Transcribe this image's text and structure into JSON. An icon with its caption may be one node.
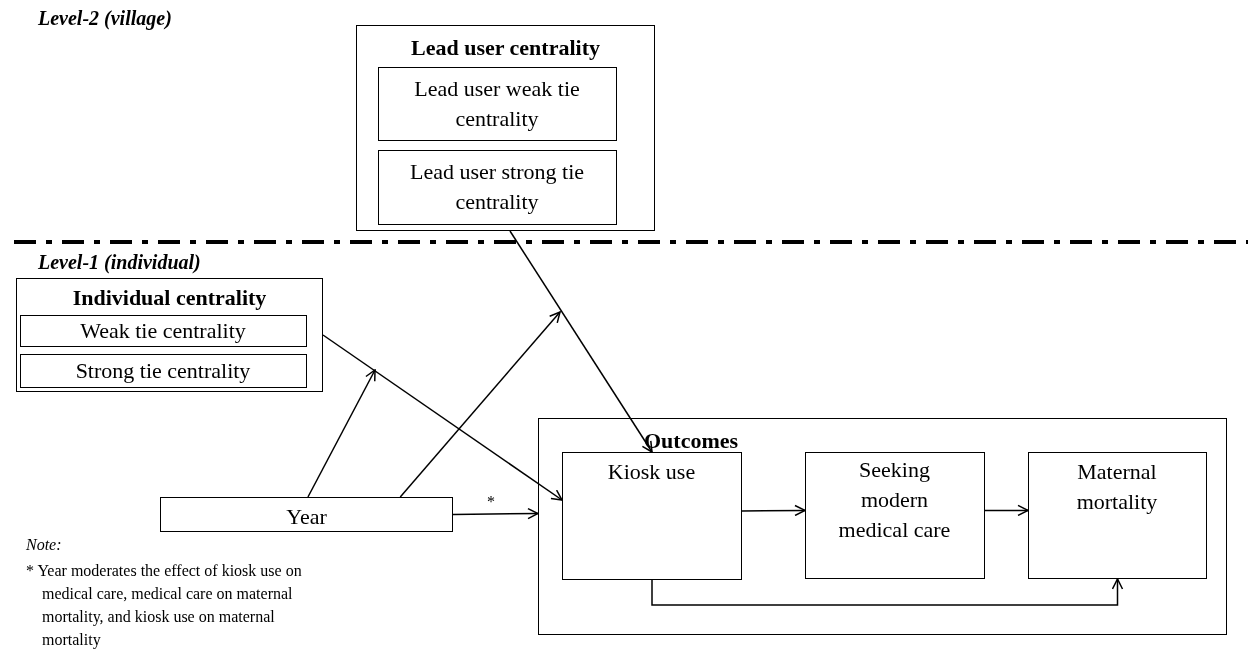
{
  "diagram": {
    "nodes": [
      {
        "text": [
          "Lead user centrality"
        ]
      },
      {
        "text": [
          "Lead user weak tie centrality"
        ],
        "in": 0
      },
      {
        "text": [
          "Lead user strong tie centrality"
        ],
        "in": 0
      },
      {
        "text": [
          "Individual centrality"
        ]
      },
      {
        "text": [
          "Weak tie centrality"
        ],
        "in": 3
      },
      {
        "text": [
          "Strong tie centrality"
        ],
        "in": 3
      },
      {
        "text": [
          "Year"
        ]
      },
      {
        "text": [
          "Outcomes"
        ]
      },
      {
        "text": [
          "Kiosk use"
        ],
        "in": 7
      },
      {
        "text": [
          "Seeking modern medical care"
        ],
        "in": 7
      },
      {
        "text": [
          "Maternal mortality"
        ],
        "in": 7
      }
    ],
    "edges": [
      {
        "from": 3,
        "to": 8,
        "arrow": "to"
      },
      {
        "from": 0,
        "to": 8,
        "arrow": "to"
      },
      {
        "from": 6,
        "to": null,
        "arrow": "to"
      },
      {
        "from": 6,
        "to": null,
        "arrow": "to"
      },
      {
        "from": 6,
        "to": 7,
        "arrow": "to",
        "label": "*"
      },
      {
        "from": 8,
        "to": 9,
        "arrow": "to"
      },
      {
        "from": 9,
        "to": 10,
        "arrow": "to"
      },
      {
        "from": 8,
        "to": 10,
        "arrow": "to"
      }
    ],
    "labels": [
      "Level-2 (village)",
      "Level-1 (individual)",
      "Note:",
      "* Year moderates the effect of kiosk use on medical care, medical care on maternal mortality, and kiosk use on maternal mortality"
    ]
  }
}
